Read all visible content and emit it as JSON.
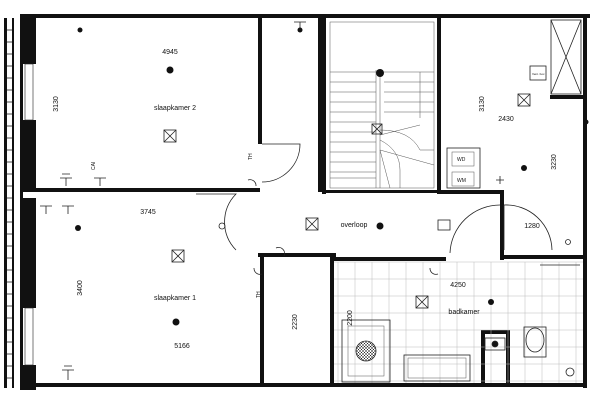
{
  "rooms": {
    "bedroom2": {
      "name": "slaapkamer 2",
      "width": "4945",
      "depth": "3130"
    },
    "bedroom1": {
      "name": "slaapkamer 1",
      "width": "3745",
      "depth": "3400",
      "bottom_width": "5166",
      "right_depth": "2230"
    },
    "landing": {
      "name": "overloop"
    },
    "bathroom": {
      "name": "badkamer",
      "width": "4250",
      "depth": "2200"
    },
    "right_room": {
      "width": "2430",
      "depth_top": "3130",
      "depth_right": "3230"
    },
    "passage": {
      "width": "1280"
    }
  },
  "appliances": {
    "washer": "WM",
    "dryer": "WD",
    "boiler": "Vent. box"
  },
  "symbols": {
    "thermostat": "TH",
    "cai": "CAI"
  },
  "colors": {
    "wall": "#111111",
    "tile_line": "#bbbbbb",
    "fixture": "#222222"
  }
}
